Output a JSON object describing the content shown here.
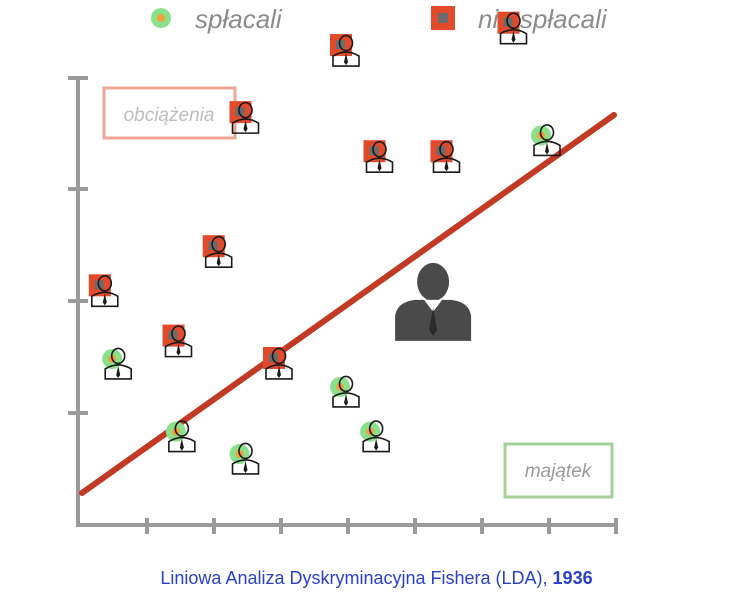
{
  "legend": {
    "repaid_label": "spłacali",
    "not_repaid_label": "nie spłacali"
  },
  "boxes": {
    "liabilities_label": "obciążenia",
    "assets_label": "majątek"
  },
  "caption": {
    "text": "Liniowa Analiza Dyskryminacyjna Fishera (LDA), ",
    "year": "1936"
  },
  "colors": {
    "repaid_marker": "#8be08b",
    "repaid_dot": "#f0a23a",
    "not_repaid_marker": "#e24a2c",
    "not_repaid_dot": "#6b6b6b",
    "discriminant_line": "#c23a23",
    "axis": "#9a9a9a",
    "liabilities_box": "#f0a598",
    "assets_box": "#a6cf9a",
    "caption": "#2a3fd0"
  },
  "icons": {
    "person": "person-icon",
    "query": "query-person-icon"
  },
  "points": {
    "repaid": [
      {
        "x": 0.6,
        "y": 1.45
      },
      {
        "x": 1.55,
        "y": 0.8
      },
      {
        "x": 2.5,
        "y": 0.6
      },
      {
        "x": 4.0,
        "y": 1.2
      },
      {
        "x": 4.45,
        "y": 0.8
      },
      {
        "x": 7.0,
        "y": 3.45
      }
    ],
    "not_repaid": [
      {
        "x": 0.4,
        "y": 2.1
      },
      {
        "x": 1.5,
        "y": 1.65
      },
      {
        "x": 2.1,
        "y": 2.45
      },
      {
        "x": 2.5,
        "y": 3.65
      },
      {
        "x": 3.0,
        "y": 1.45
      },
      {
        "x": 4.0,
        "y": 4.25
      },
      {
        "x": 4.5,
        "y": 3.3
      },
      {
        "x": 5.5,
        "y": 3.3
      },
      {
        "x": 6.5,
        "y": 4.45
      }
    ],
    "query": {
      "x": 5.3,
      "y": 2.05
    }
  }
}
